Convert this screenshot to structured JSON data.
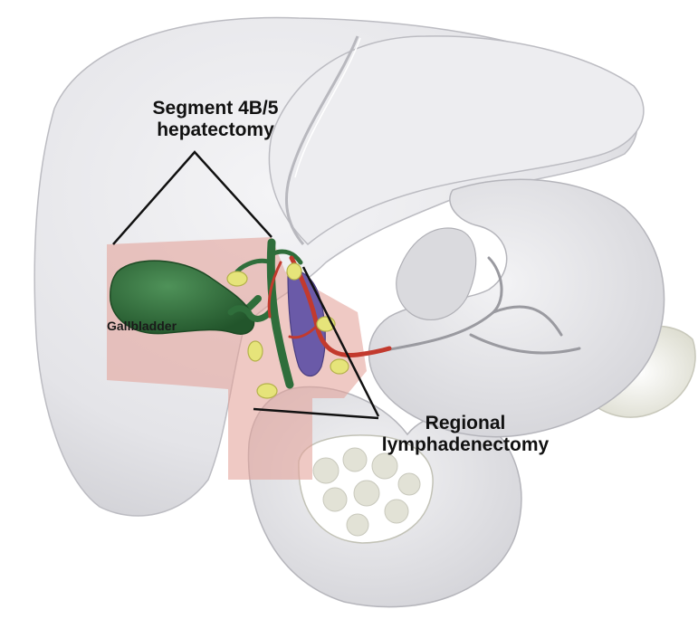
{
  "labels": {
    "segment_line1": "Segment 4B/5",
    "segment_line2": "hepatectomy",
    "gallbladder": "Gallbladder",
    "regional_line1": "Regional",
    "regional_line2": "lymphadenectomy"
  },
  "colors": {
    "organ_fill": "#e9e9ec",
    "organ_shadow": "#c9c9ce",
    "resection_zone": "#e3a29a",
    "gallbladder": "#2f6e3b",
    "artery": "#c23a2e",
    "portal_vein": "#6a5aa8",
    "lymph_node": "#e6e47a",
    "pointer_line": "#111111"
  }
}
